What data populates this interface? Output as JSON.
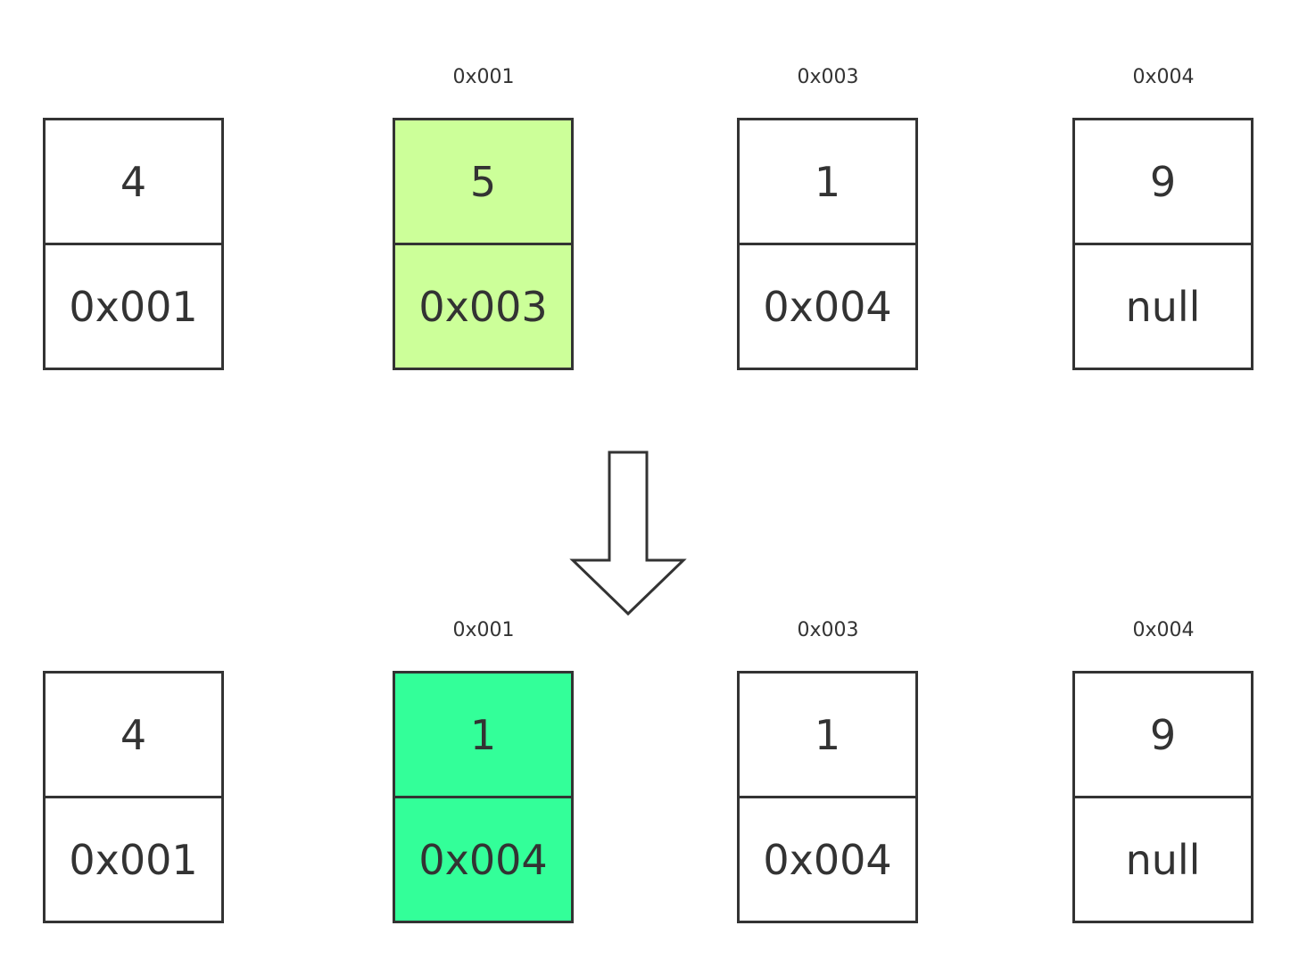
{
  "before": {
    "nodes": [
      {
        "addr": "",
        "value": "4",
        "next": "0x001",
        "fill": "#ffffff"
      },
      {
        "addr": "0x001",
        "value": "5",
        "next": "0x003",
        "fill": "#ccff99"
      },
      {
        "addr": "0x003",
        "value": "1",
        "next": "0x004",
        "fill": "#ffffff"
      },
      {
        "addr": "0x004",
        "value": "9",
        "next": "null",
        "fill": "#ffffff"
      }
    ]
  },
  "after": {
    "nodes": [
      {
        "addr": "",
        "value": "4",
        "next": "0x001",
        "fill": "#ffffff"
      },
      {
        "addr": "0x001",
        "value": "1",
        "next": "0x004",
        "fill": "#33ff99"
      },
      {
        "addr": "0x003",
        "value": "1",
        "next": "0x004",
        "fill": "#ffffff"
      },
      {
        "addr": "0x004",
        "value": "9",
        "next": "null",
        "fill": "#ffffff"
      }
    ]
  },
  "arrow": {
    "icon": "down-arrow-icon"
  },
  "colors": {
    "stroke": "#333333",
    "highlight_before": "#ccff99",
    "highlight_after": "#33ff99"
  }
}
